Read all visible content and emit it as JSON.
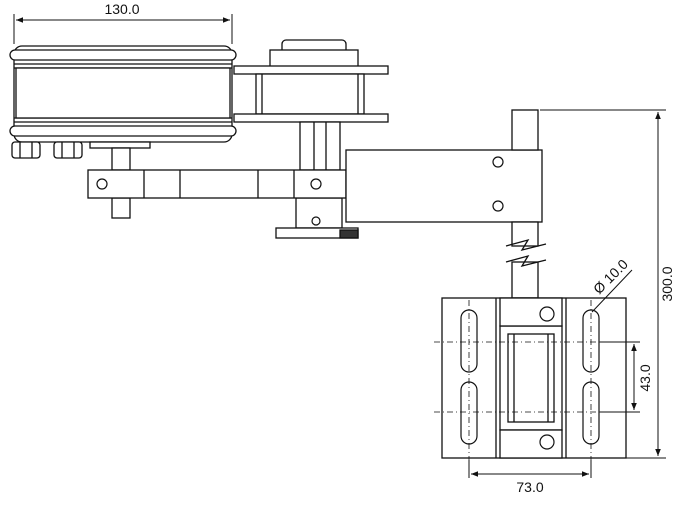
{
  "dimensions": {
    "top_width": "130.0",
    "total_height": "300.0",
    "slot_spacing": "43.0",
    "base_width": "73.0",
    "hole_diameter": "Ø 10.0"
  },
  "colors": {
    "line": "#111111",
    "fill": "#ffffff",
    "shade": "#dddddd",
    "dark": "#333333"
  }
}
